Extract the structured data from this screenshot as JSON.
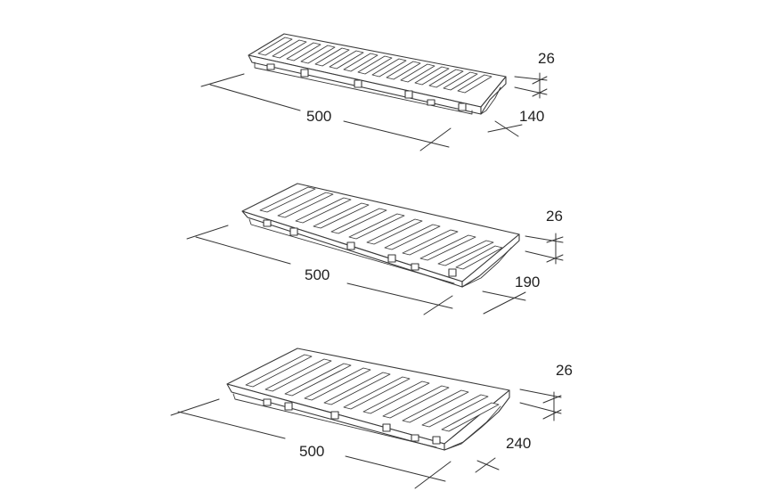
{
  "gratings": [
    {
      "length": "500",
      "width": "140",
      "height": "26"
    },
    {
      "length": "500",
      "width": "190",
      "height": "26"
    },
    {
      "length": "500",
      "width": "240",
      "height": "26"
    }
  ]
}
